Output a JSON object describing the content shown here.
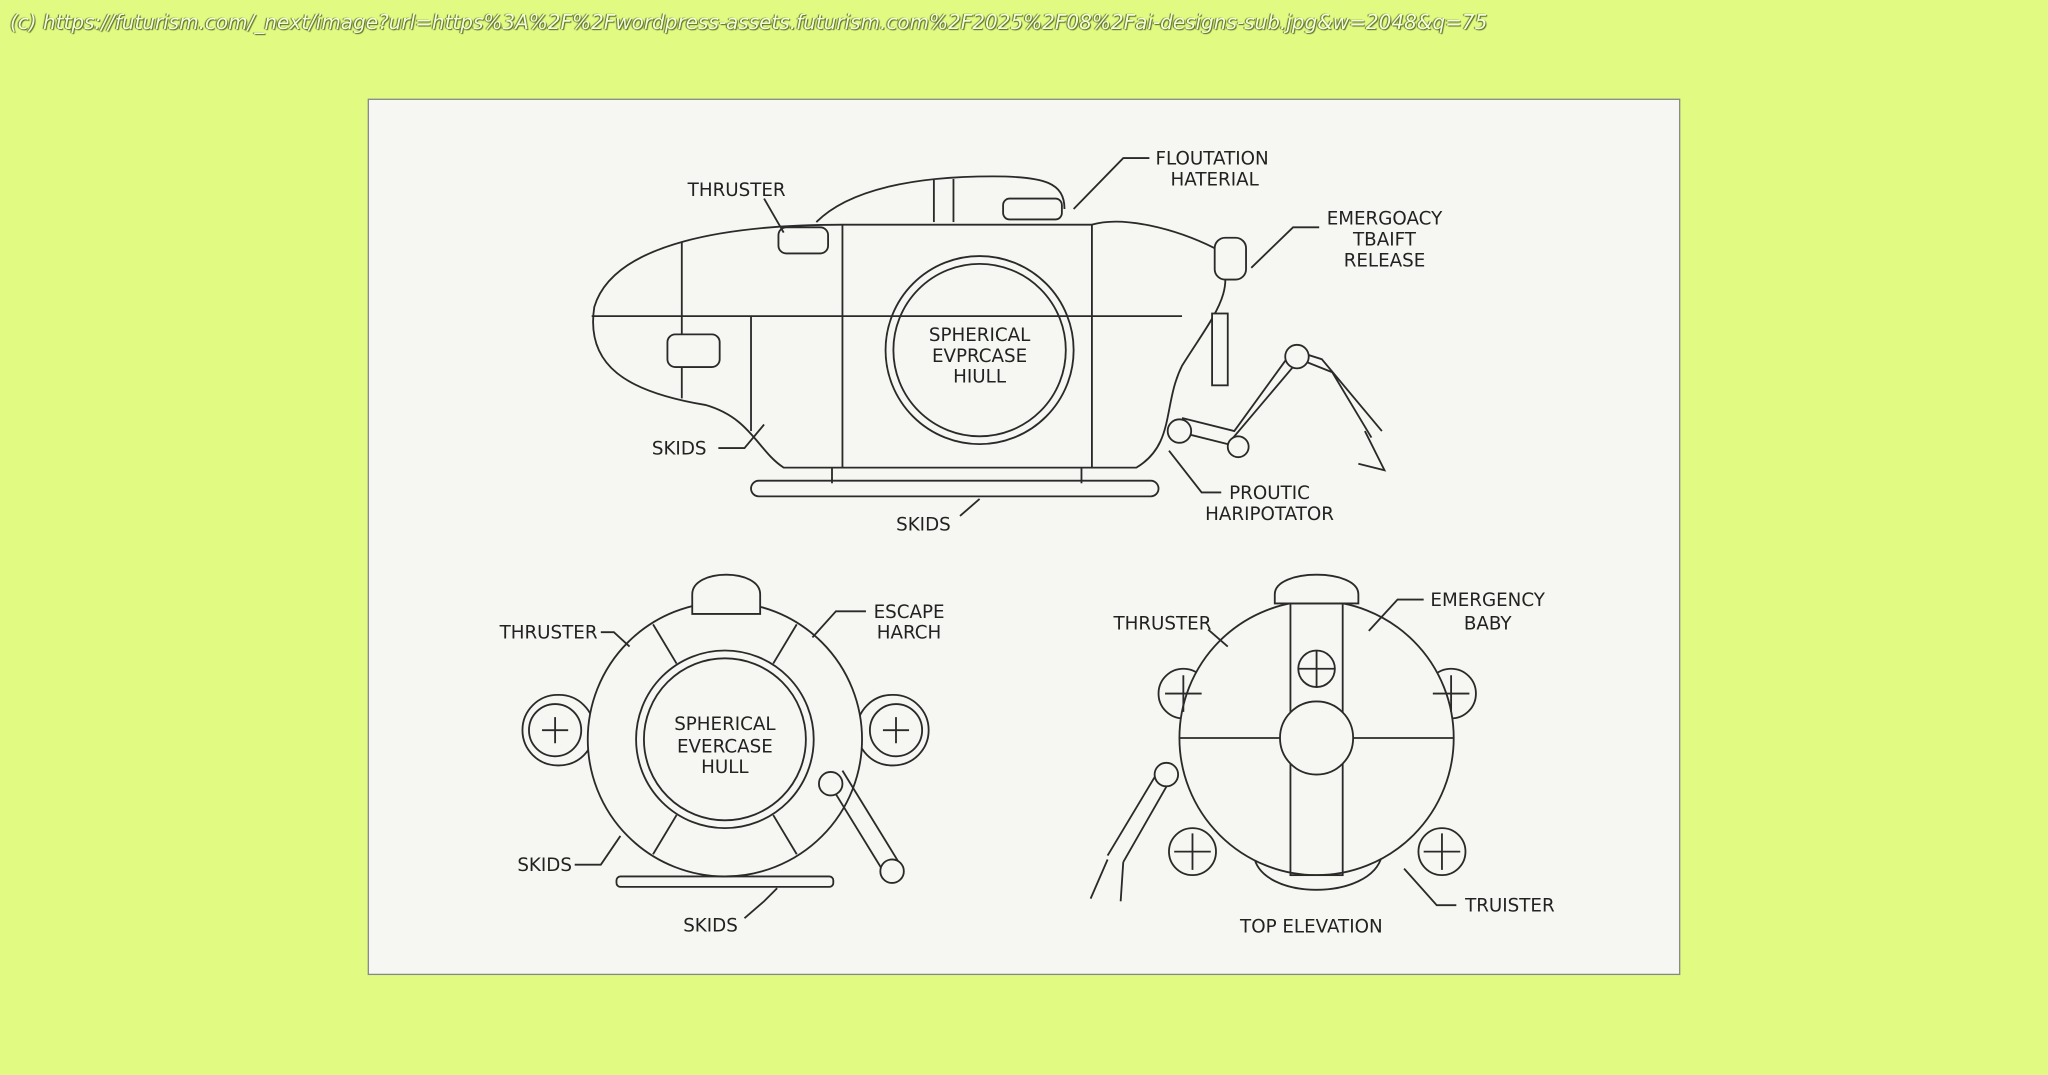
{
  "source_caption": "(c) https://futurism.com/_next/image?url=https%3A%2F%2Fwordpress-assets.futurism.com%2F2025%2F08%2Fai-designs-sub.jpg&w=2048&q=75",
  "colors": {
    "background": "#e0fa82",
    "panel": "#f6f6f2",
    "ink": "#2a2a2a"
  },
  "side_view": {
    "thruster": "THRUSTER",
    "floatation": [
      "FLOUTATION",
      "HATERIAL"
    ],
    "emergency": [
      "EMERGOACY",
      "TBAIFT",
      "RELEASE"
    ],
    "hull": [
      "SPHERICAL",
      "EVPRCASE",
      "HIULL"
    ],
    "skids_left": "SKIDS",
    "skids_bottom": "SKIDS",
    "manipulator": [
      "PROUTIC",
      "HARIPOTATOR"
    ]
  },
  "front_view": {
    "thruster": "THRUSTER",
    "hatch": [
      "ESCAPE",
      "HARCH"
    ],
    "hull": [
      "SPHERICAL",
      "EVERCASE",
      "HULL"
    ],
    "skids_left": "SKIDS",
    "skids_bottom": "SKIDS"
  },
  "top_view": {
    "thruster": "THRUSTER",
    "emergency": [
      "EMERGENCY",
      "BABY"
    ],
    "title": "TOP ELEVATION",
    "truister": "TRUISTER"
  }
}
